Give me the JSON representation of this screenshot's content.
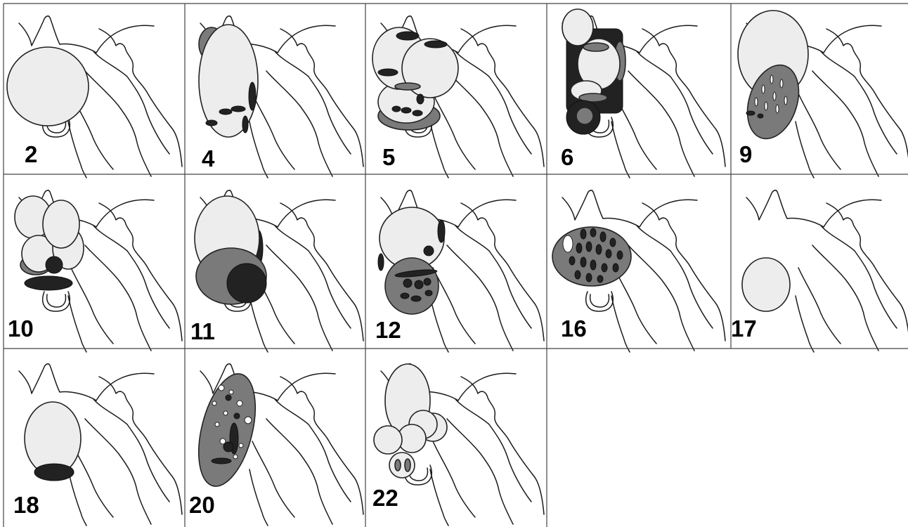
{
  "panels": [
    {
      "id": "panel-2",
      "label": "2"
    },
    {
      "id": "panel-4",
      "label": "4"
    },
    {
      "id": "panel-5",
      "label": "5"
    },
    {
      "id": "panel-6",
      "label": "6"
    },
    {
      "id": "panel-9",
      "label": "9"
    },
    {
      "id": "panel-10",
      "label": "10"
    },
    {
      "id": "panel-11",
      "label": "11"
    },
    {
      "id": "panel-12",
      "label": "12"
    },
    {
      "id": "panel-16",
      "label": "16"
    },
    {
      "id": "panel-17",
      "label": "17"
    },
    {
      "id": "panel-18",
      "label": "18"
    },
    {
      "id": "panel-20",
      "label": "20"
    },
    {
      "id": "panel-22",
      "label": "22"
    }
  ],
  "colors": {
    "light": "#ededed",
    "mid": "#7a7a7a",
    "dark": "#222222",
    "outline": "#1a1a1a"
  }
}
